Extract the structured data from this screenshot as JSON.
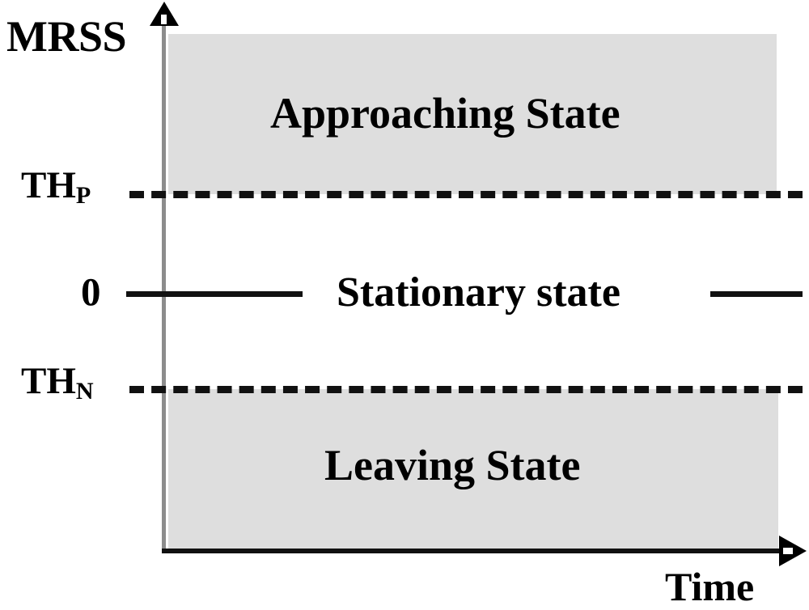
{
  "figure": {
    "type": "state-threshold-diagram",
    "background_color": "#ffffff",
    "band_color": "#dedede",
    "line_color": "#111111",
    "y_axis_color": "#8c8c8c"
  },
  "axes": {
    "y_label": "MRSS",
    "x_label": "Time",
    "y_arrow_icon": "arrow-up-icon",
    "x_arrow_icon": "arrow-right-icon"
  },
  "tick_labels": {
    "threshold_positive_prefix": "TH",
    "threshold_positive_subscript": "P",
    "zero": "0",
    "threshold_negative_prefix": "TH",
    "threshold_negative_subscript": "N"
  },
  "regions": [
    {
      "name": "approaching",
      "label": "Approaching State",
      "shaded": true,
      "bounds_note": "above TH_P"
    },
    {
      "name": "stationary",
      "label": "Stationary state",
      "shaded": false,
      "bounds_note": "between TH_N and TH_P"
    },
    {
      "name": "leaving",
      "label": "Leaving State",
      "shaded": true,
      "bounds_note": "below TH_N"
    }
  ],
  "lines": {
    "th_p_style": "dashed",
    "zero_style": "solid",
    "th_n_style": "dashed"
  }
}
